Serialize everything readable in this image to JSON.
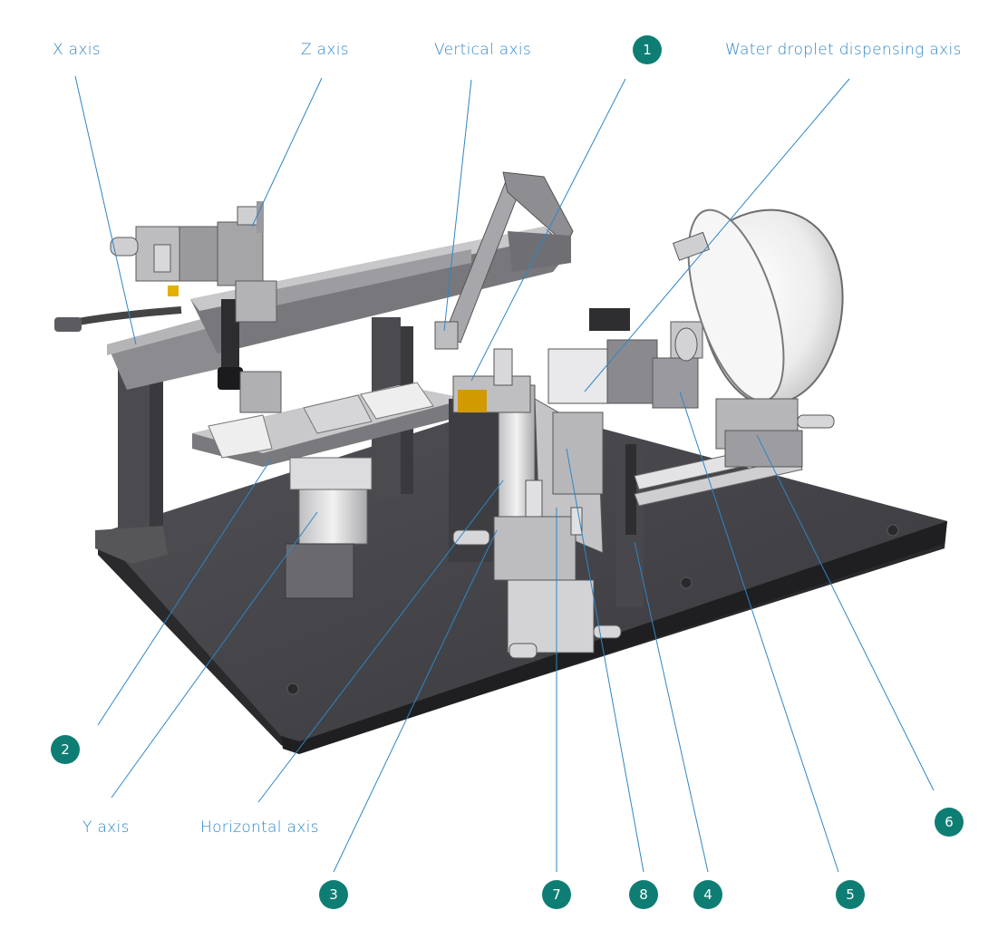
{
  "title": "",
  "labels": {
    "x_axis": "X axis",
    "z_axis": "Z axis",
    "vertical_axis": "Vertical axis",
    "water_axis": "Water droplet dispensing axis",
    "y_axis": "Y axis",
    "horizontal_axis": "Horizontal axis"
  },
  "callouts": {
    "c1": "1",
    "c2": "2",
    "c3": "3",
    "c4": "4",
    "c5": "5",
    "c6": "6",
    "c7": "7",
    "c8": "8"
  },
  "colors": {
    "label_text": "#2f86c6",
    "leader_line": "#2f86c6",
    "badge_fill": "#0e7e74",
    "base_plate": "#3e3e42",
    "metal": "#d8d8da"
  }
}
